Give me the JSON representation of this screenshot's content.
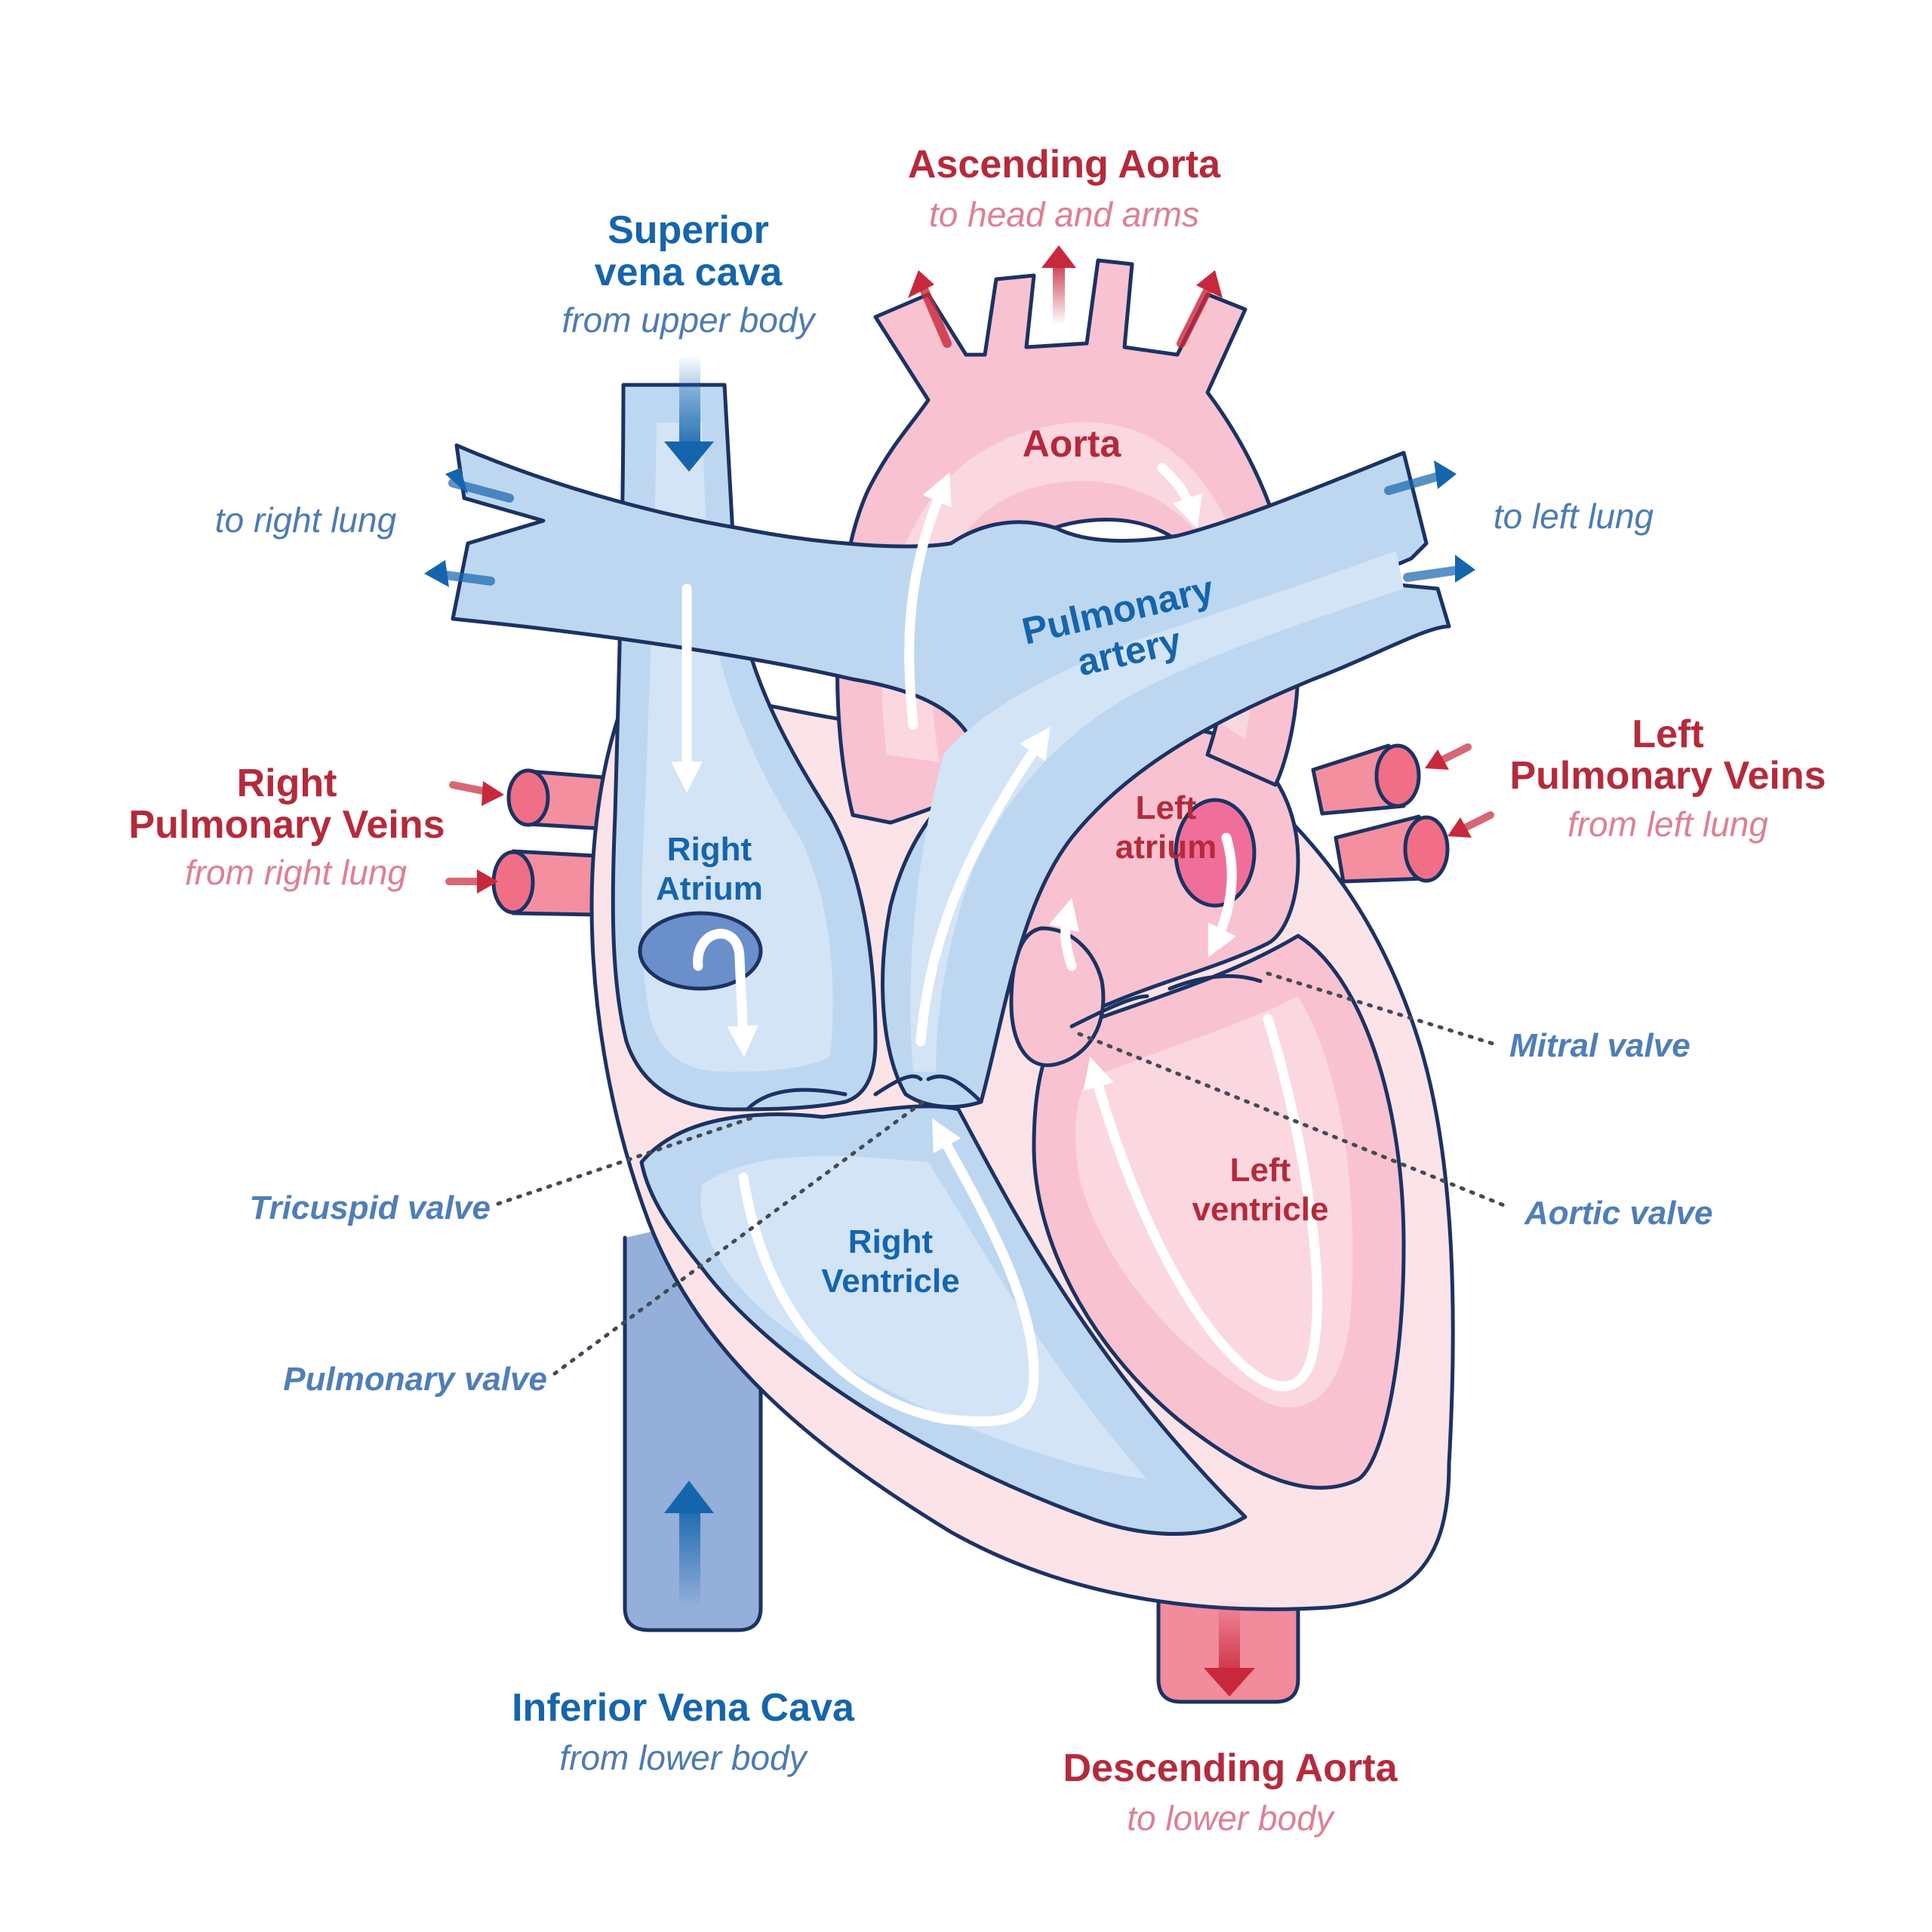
{
  "colors": {
    "blue_label": "#1565ad",
    "blue_sub": "#4c7bb3",
    "red_label": "#b52a3b",
    "red_sub": "#de7f94",
    "valve_label": "#4f7eb8",
    "blue_chamber": "#bdd7f1",
    "blue_inner": "#d3e4f6",
    "pink_chamber": "#f8c2d0",
    "pink_inner": "#fbd7e0",
    "wall": "#fbe3e8",
    "ivc": "#94afd9",
    "outline": "#1c3263"
  },
  "labels": {
    "ascending_aorta": {
      "title": "Ascending Aorta",
      "sub": "to head and arms"
    },
    "superior_vena_cava": {
      "title_line1": "Superior",
      "title_line2": "vena cava",
      "sub": "from upper body"
    },
    "aorta": "Aorta",
    "to_right_lung": "to right lung",
    "to_left_lung": "to left lung",
    "pulmonary_artery": {
      "line1": "Pulmonary",
      "line2": "artery"
    },
    "right_pulmonary_veins": {
      "line1": "Right",
      "line2": "Pulmonary Veins",
      "sub": "from right lung"
    },
    "left_pulmonary_veins": {
      "line1": "Left",
      "line2": "Pulmonary Veins",
      "sub": "from left lung"
    },
    "right_atrium": {
      "line1": "Right",
      "line2": "Atrium"
    },
    "left_atrium": {
      "line1": "Left",
      "line2": "atrium"
    },
    "right_ventricle": {
      "line1": "Right",
      "line2": "Ventricle"
    },
    "left_ventricle": {
      "line1": "Left",
      "line2": "ventricle"
    },
    "mitral_valve": "Mitral valve",
    "tricuspid_valve": "Tricuspid valve",
    "aortic_valve": "Aortic valve",
    "pulmonary_valve": "Pulmonary valve",
    "inferior_vena_cava": {
      "title": "Inferior Vena Cava",
      "sub": "from lower body"
    },
    "descending_aorta": {
      "title": "Descending Aorta",
      "sub": "to lower body"
    }
  }
}
